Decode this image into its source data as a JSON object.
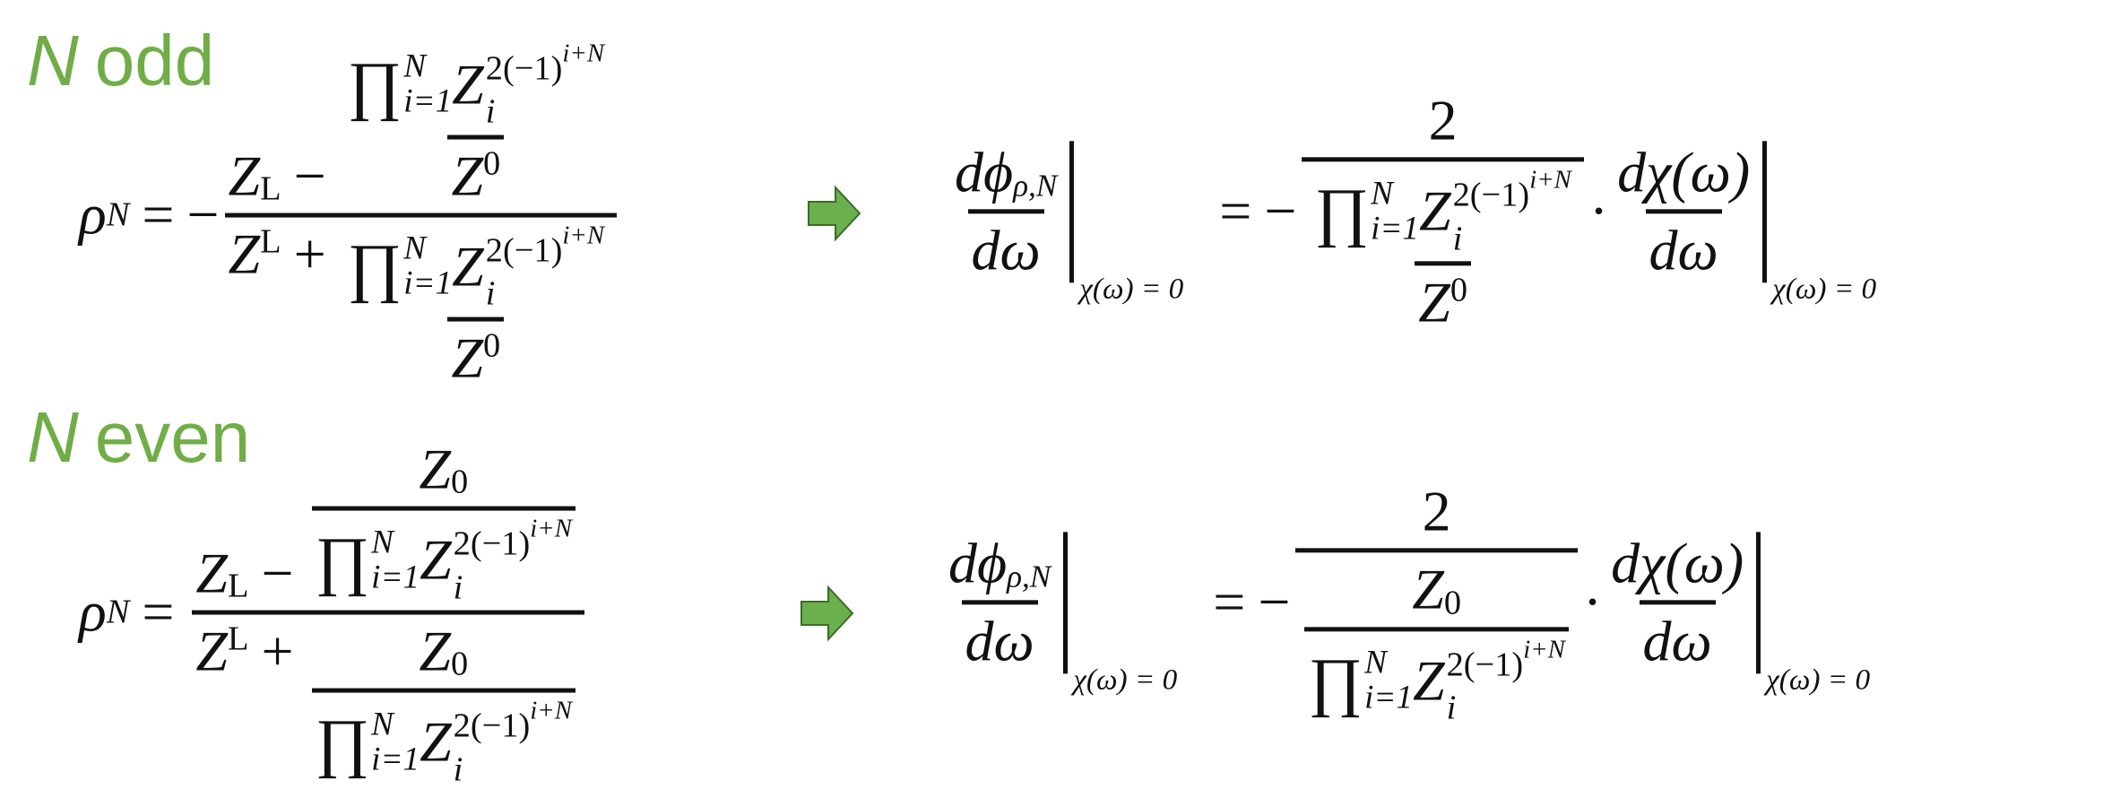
{
  "labels": {
    "odd": {
      "var": "N",
      "word": "odd"
    },
    "even": {
      "var": "N",
      "word": "even"
    }
  },
  "sym": {
    "rho": "ρ",
    "N": "N",
    "Z": "Z",
    "L": "L",
    "zero": "0",
    "prod": "∏",
    "lower": "i=1",
    "base_exp": "2(−1)",
    "exp2": "i+N",
    "i": "i",
    "minus": "−",
    "plus": "+",
    "eq": "=",
    "two": "2",
    "dphi": "dϕ",
    "rhoN": "ρ,N",
    "domega": "dω",
    "dchi": "dχ(ω)",
    "cond": "χ(ω) = 0",
    "dot": "·"
  },
  "colors": {
    "label": "#70ad47",
    "arrow_fill": "#6ab04c",
    "arrow_stroke": "#3d6b2a"
  }
}
